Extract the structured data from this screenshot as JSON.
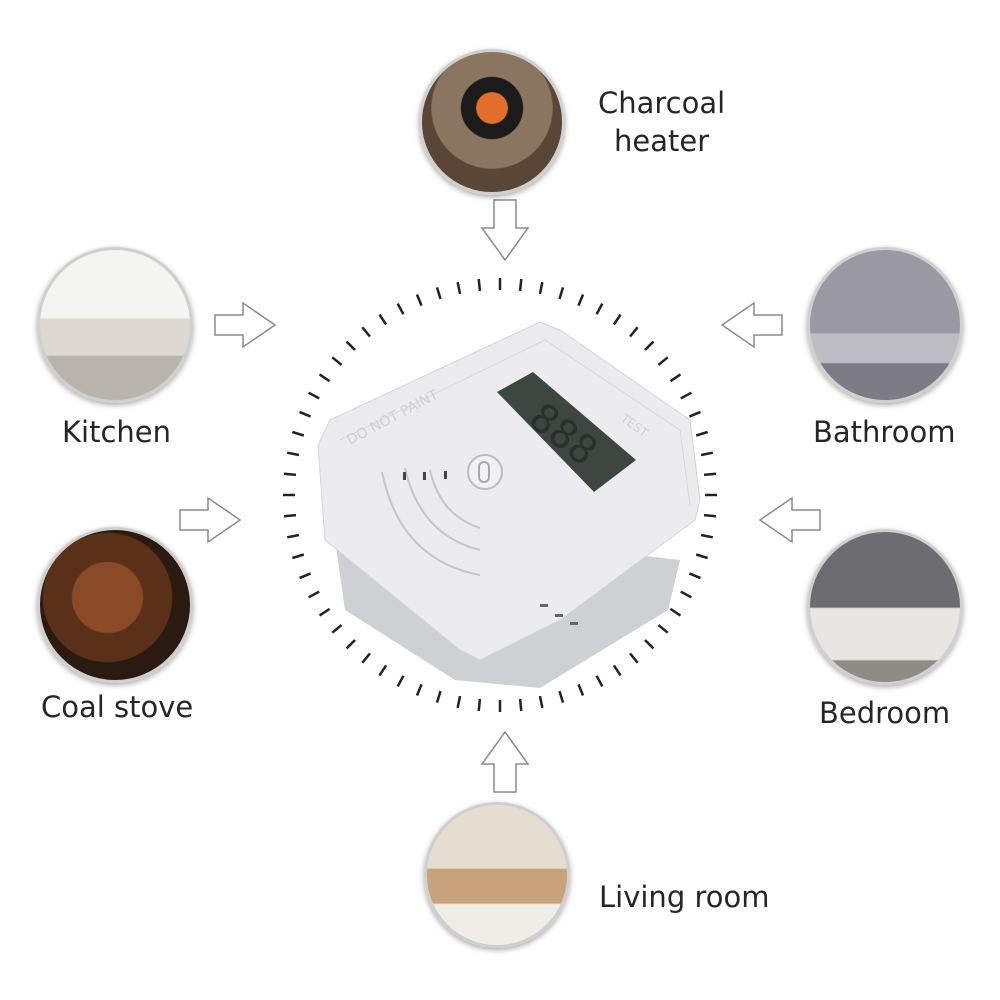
{
  "locations": [
    {
      "id": "charcoal-heater",
      "label_line1": "Charcoal",
      "label_line2": "heater"
    },
    {
      "id": "kitchen",
      "label": "Kitchen"
    },
    {
      "id": "coal-stove",
      "label": "Coal stove"
    },
    {
      "id": "bathroom",
      "label": "Bathroom"
    },
    {
      "id": "bedroom",
      "label": "Bedroom"
    },
    {
      "id": "living-room",
      "label": "Living room"
    }
  ],
  "device": {
    "embossed_left": "DO NOT PAINT",
    "embossed_right": "TEST",
    "lcd_digits": "888"
  },
  "colors": {
    "device": "#e9e9ec",
    "lcd": "#3e4640",
    "arrow": "#888888",
    "ticks": "#222222"
  }
}
